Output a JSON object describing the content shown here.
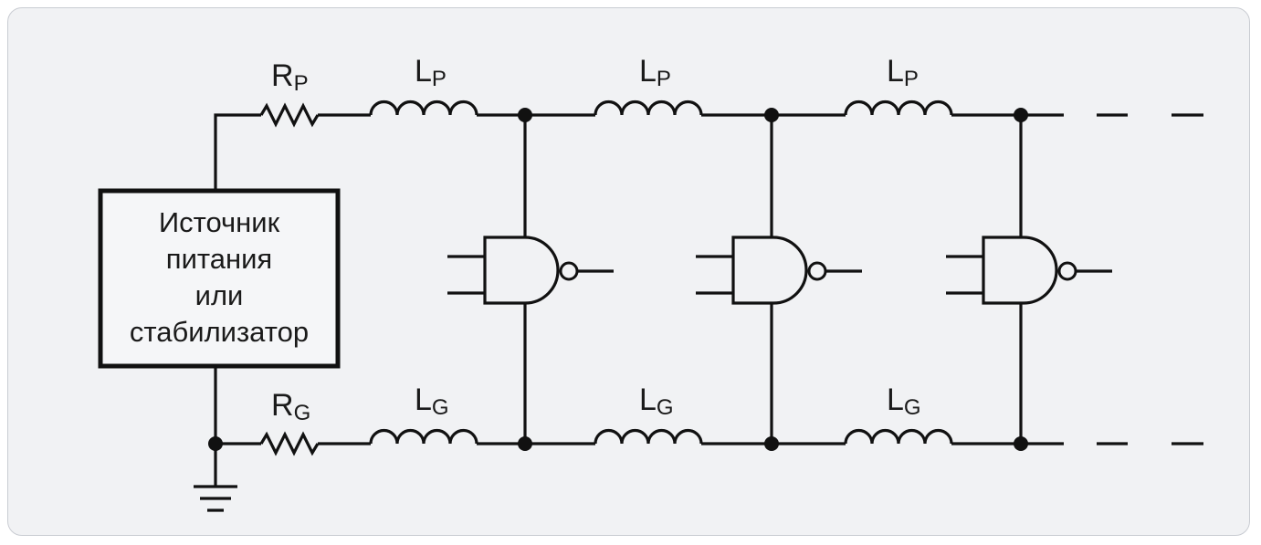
{
  "power_source": {
    "lines": [
      "Источник",
      "питания",
      "или",
      "стабилизатор"
    ]
  },
  "labels": {
    "rp": {
      "main": "R",
      "sub": "P"
    },
    "rg": {
      "main": "R",
      "sub": "G"
    },
    "lp": {
      "main": "L",
      "sub": "P"
    },
    "lg": {
      "main": "L",
      "sub": "G"
    }
  },
  "colors": {
    "background": "#f1f2f4",
    "stroke": "#111111"
  }
}
